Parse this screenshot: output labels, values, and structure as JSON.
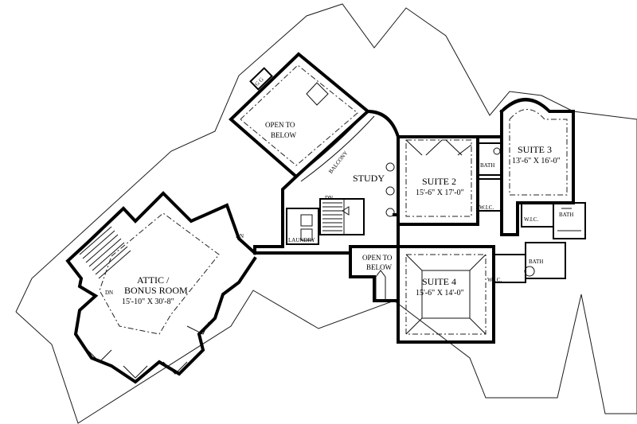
{
  "rooms": {
    "attic_name_line1": "ATTIC /",
    "attic_name_line2": "BONUS ROOM",
    "attic_dim": "15'-10\" X 30'-8\"",
    "open_to_below_1_line1": "OPEN TO",
    "open_to_below_1_line2": "BELOW",
    "balcony": "BALCONY",
    "study": "STUDY",
    "suite2_name": "SUITE 2",
    "suite2_dim": "15'-6\" X 17'-0\"",
    "suite3_name": "SUITE 3",
    "suite3_dim": "13'-6\" X 16'-0\"",
    "suite4_name": "SUITE 4",
    "suite4_dim": "15'-6\" X 14'-0\"",
    "open_to_below_2_line1": "OPEN TO",
    "open_to_below_2_line2": "BELOW",
    "laundry": "LAUNDRY",
    "bath_s2": "BATH",
    "bath_s3": "BATH",
    "bath_s4": "BATH",
    "wic_s2": "W.I.C.",
    "wic_s3": "W.I.C.",
    "wic_s4": "W.I.C.",
    "dn_stair_main": "DN",
    "dn_attic_hall": "DN",
    "dn_attic_stair": "DN"
  }
}
